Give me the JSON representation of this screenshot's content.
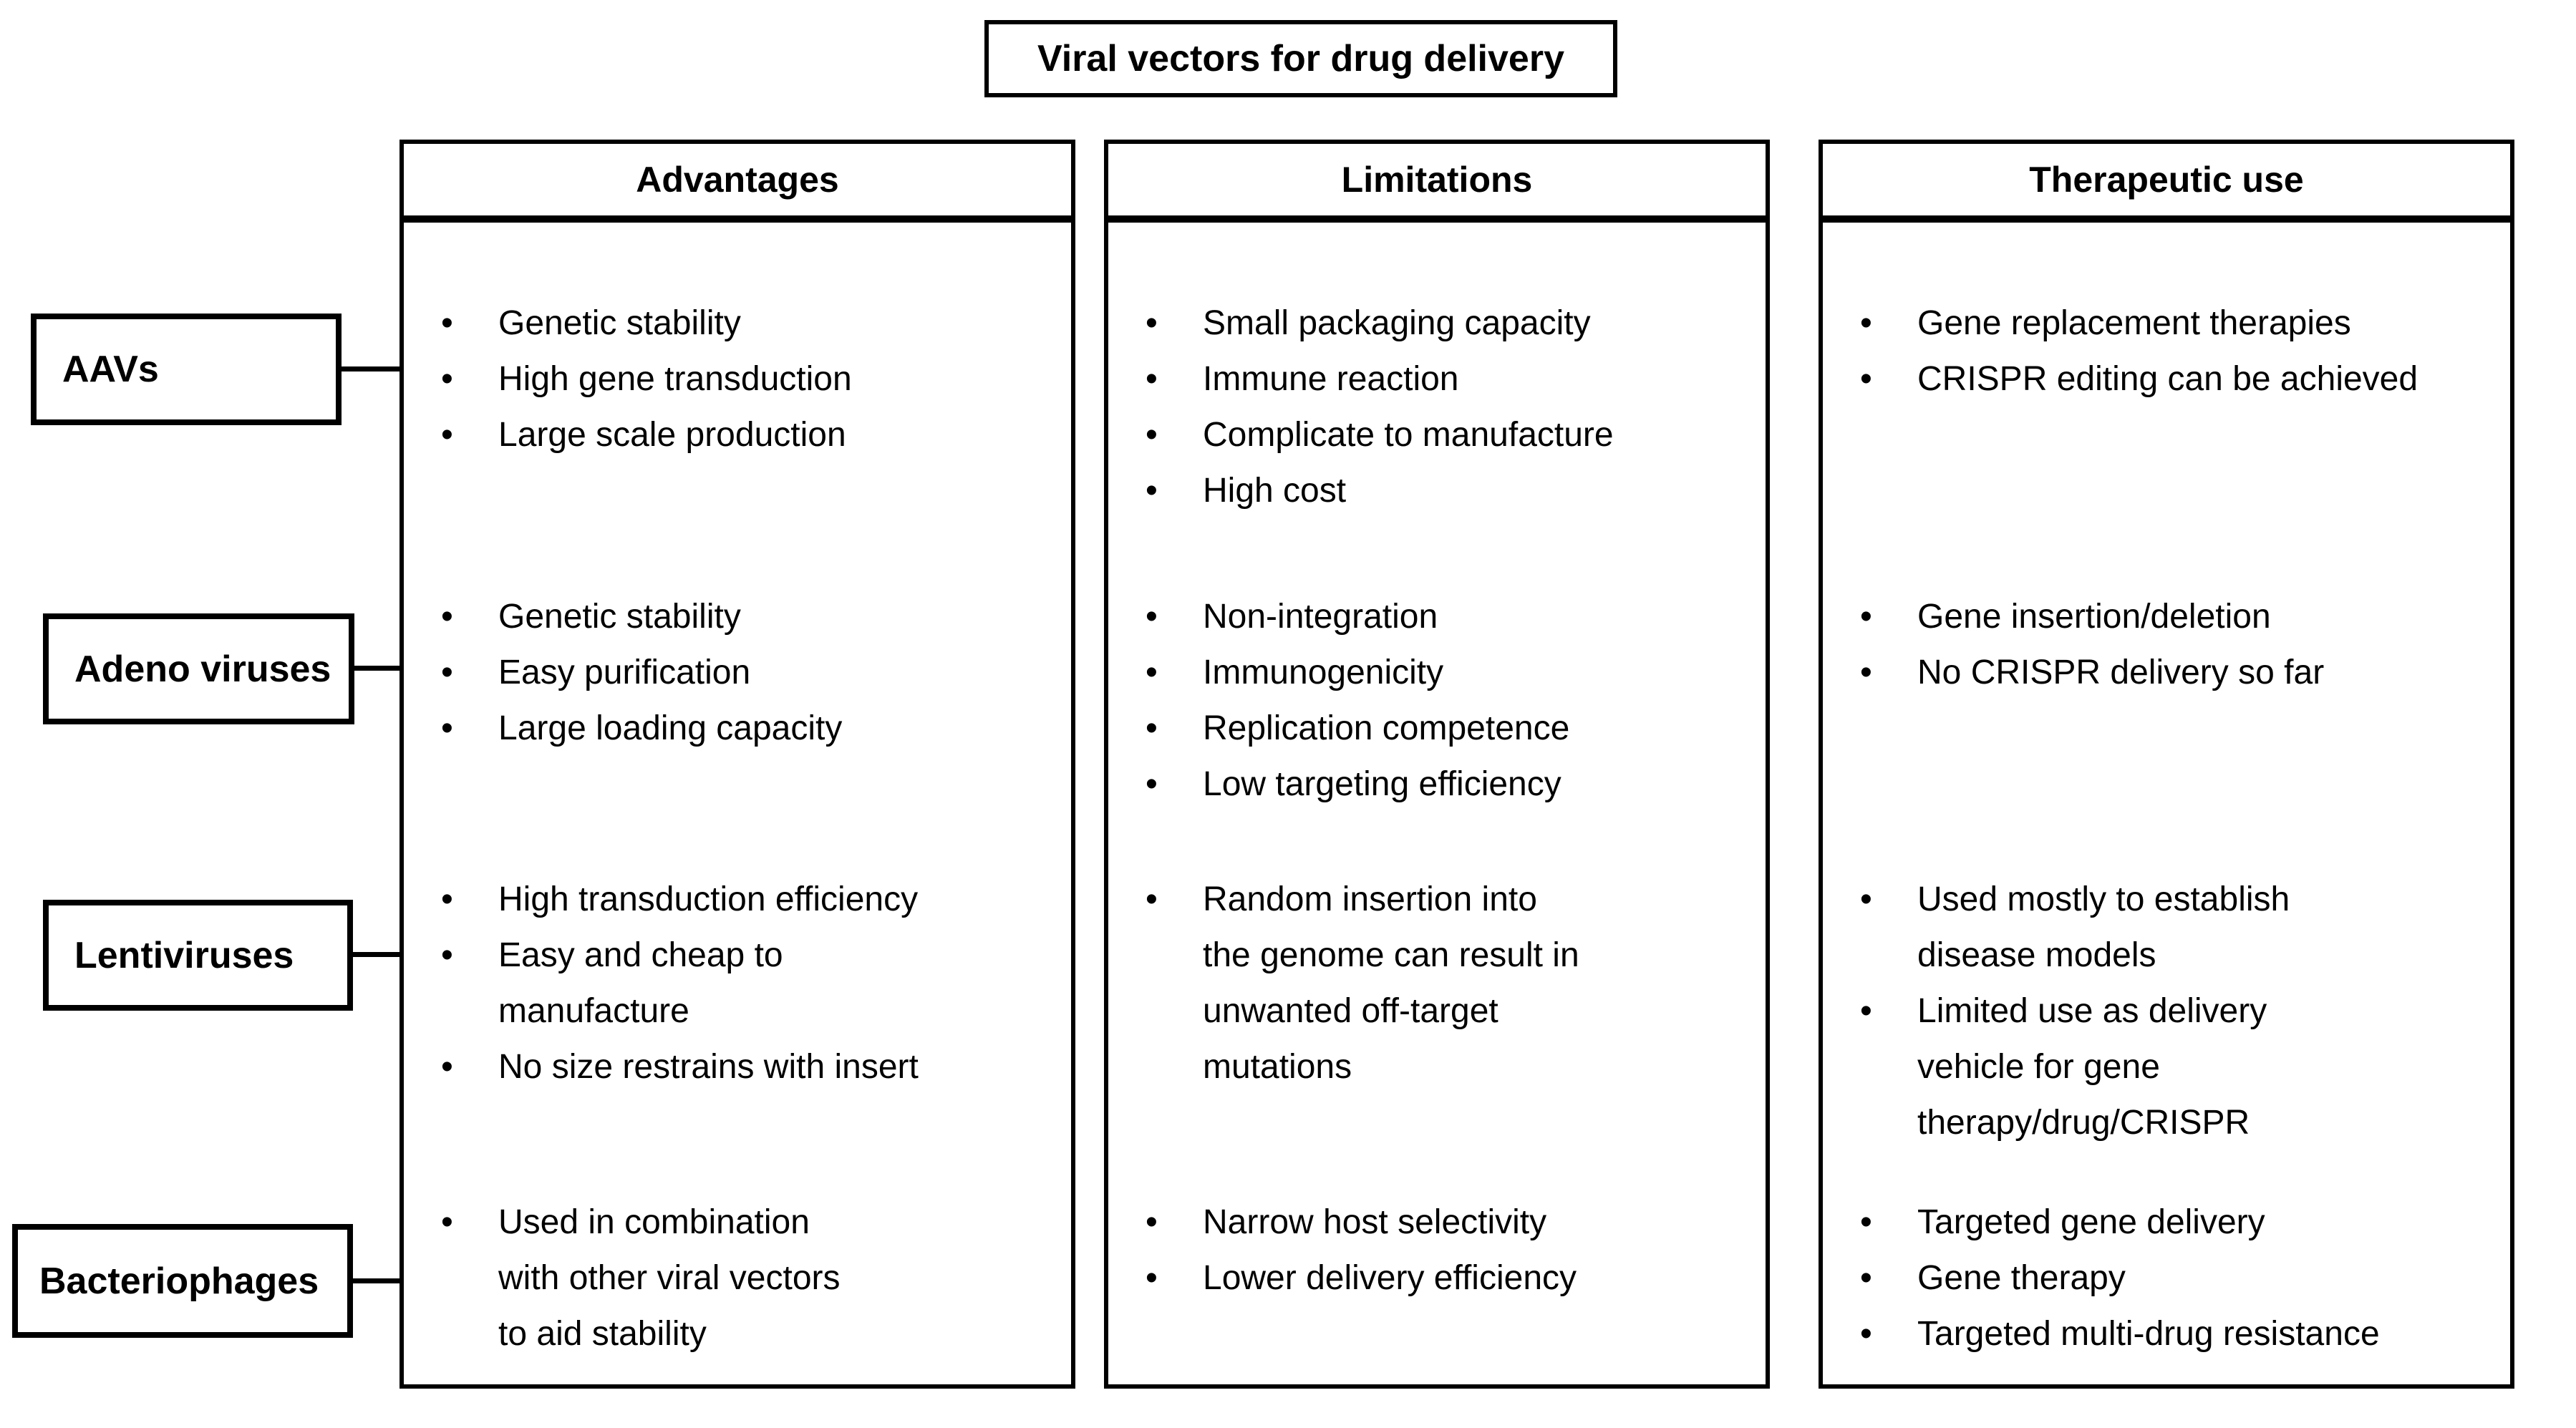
{
  "title": "Viral vectors for drug delivery",
  "column_headers": {
    "advantages": "Advantages",
    "limitations": "Limitations",
    "therapeutic_use": "Therapeutic use"
  },
  "row_labels": {
    "aavs": "AAVs",
    "adeno_viruses": "Adeno viruses",
    "lentiviruses": "Lentiviruses",
    "bacteriophages": "Bacteriophages"
  },
  "cells": {
    "aavs": {
      "advantages": [
        "Genetic stability",
        "High gene transduction",
        "Large scale production"
      ],
      "limitations": [
        "Small packaging capacity",
        "Immune reaction",
        "Complicate to manufacture",
        "High cost"
      ],
      "therapeutic_use": [
        "Gene replacement therapies",
        "CRISPR editing can be achieved"
      ]
    },
    "adeno_viruses": {
      "advantages": [
        "Genetic stability",
        "Easy purification",
        "Large loading capacity"
      ],
      "limitations": [
        "Non-integration",
        "Immunogenicity",
        "Replication competence",
        "Low targeting efficiency"
      ],
      "therapeutic_use": [
        "Gene insertion/deletion",
        "No CRISPR delivery so far"
      ]
    },
    "lentiviruses": {
      "advantages": [
        "High transduction efficiency",
        "Easy and cheap to\nmanufacture",
        "No size restrains with insert"
      ],
      "limitations": [
        "Random insertion into\nthe genome can result in\nunwanted off-target\nmutations"
      ],
      "therapeutic_use": [
        "Used mostly to establish\ndisease models",
        "Limited use as delivery\nvehicle for gene\ntherapy/drug/CRISPR"
      ]
    },
    "bacteriophages": {
      "advantages": [
        "Used in combination\nwith other viral vectors\nto aid stability"
      ],
      "limitations": [
        "Narrow host selectivity",
        "Lower delivery efficiency"
      ],
      "therapeutic_use": [
        "Targeted gene delivery",
        "Gene therapy",
        "Targeted multi-drug resistance"
      ]
    }
  },
  "colors": {
    "line": "#000000",
    "background": "#ffffff",
    "text": "#000000"
  }
}
